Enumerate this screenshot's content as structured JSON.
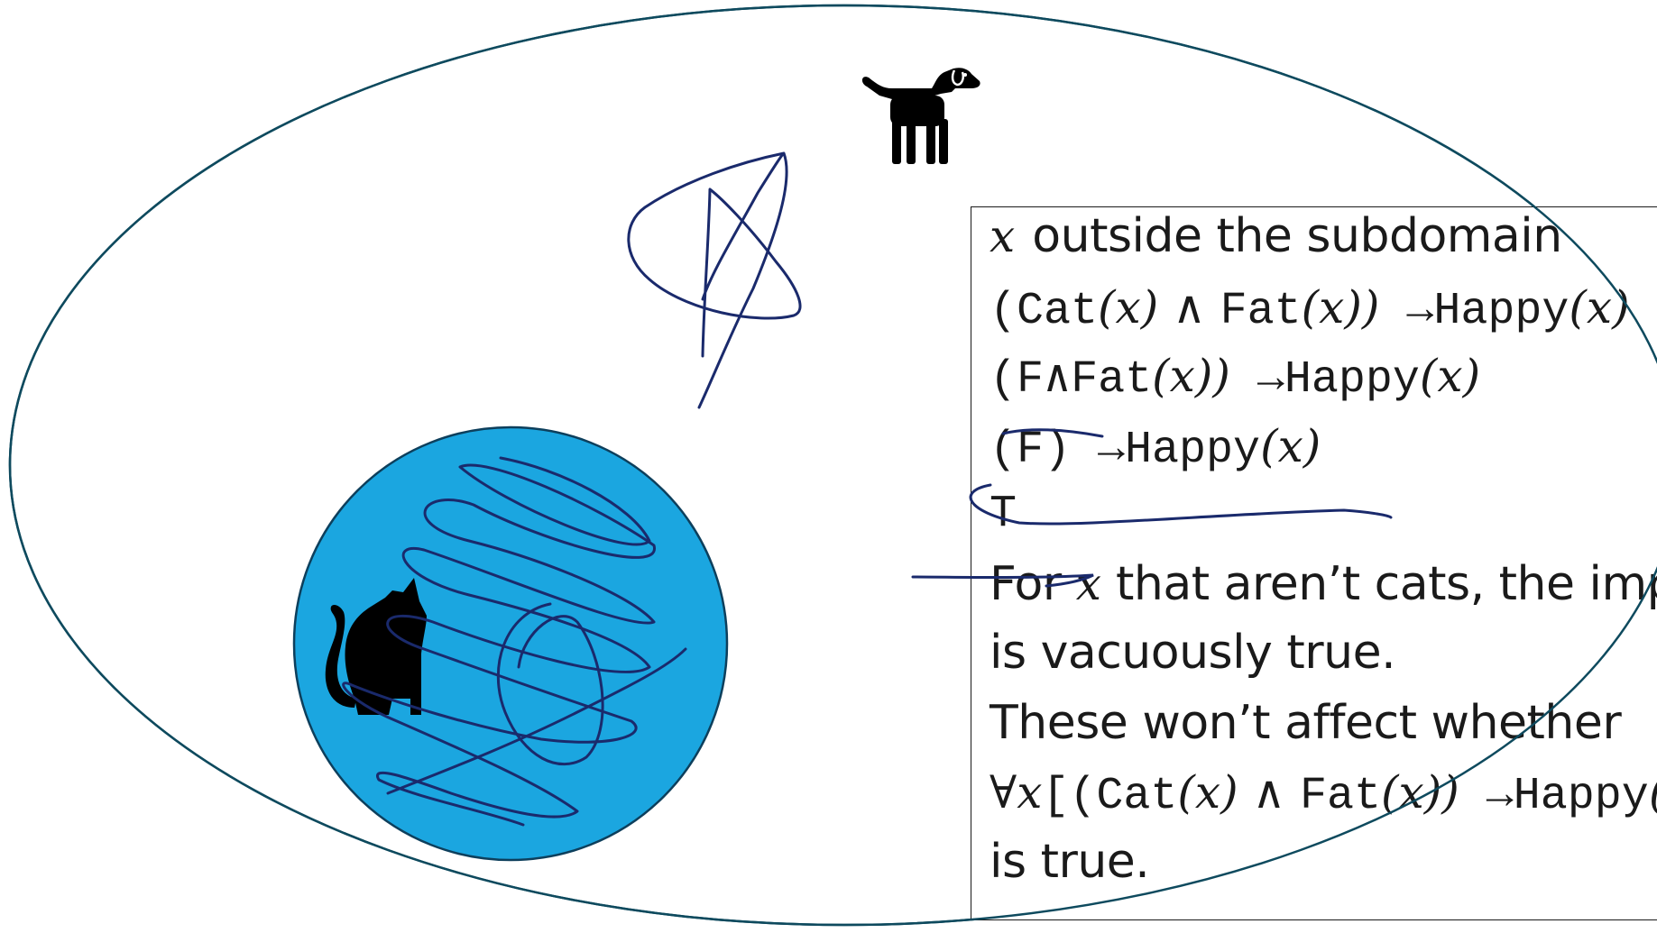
{
  "colors": {
    "ellipse_stroke": "#0e4a5e",
    "circle_fill": "#1ba6e0",
    "circle_stroke": "#0d3f5c",
    "ink": "#1a2a6c",
    "icon": "#000000"
  },
  "icons": {
    "dog": "dog-icon",
    "cat": "cat-icon"
  },
  "textbox": {
    "line1": {
      "var": "x",
      "text": "outside the subdomain"
    },
    "line2": {
      "a": "(Cat",
      "x1": "(x)",
      "and": " ∧ ",
      "b": "Fat",
      "x2": "(x))",
      "arrow": " →Happy",
      "x3": "(x)"
    },
    "line3": {
      "a": "(F∧Fat",
      "x1": "(x))",
      "arrow": " →Happy",
      "x2": "(x)"
    },
    "line4": {
      "a": "(F)",
      "arrow": " →Happy",
      "x1": "(x)"
    },
    "line5": {
      "a": "T"
    },
    "line6": {
      "pre": "For ",
      "var": "x",
      "post": " that aren’t cats, the implication"
    },
    "line7": {
      "text": "is vacuously true."
    },
    "line8": {
      "text": "These won’t affect whether"
    },
    "line9": {
      "a": "∀",
      "var": "x",
      "b": "[(Cat",
      "x1": "(x)",
      "and": " ∧ ",
      "c": "Fat",
      "x2": "(x))",
      "arrow": " →Happy",
      "x3": "(x)]"
    },
    "line10": {
      "text": "is true."
    }
  }
}
